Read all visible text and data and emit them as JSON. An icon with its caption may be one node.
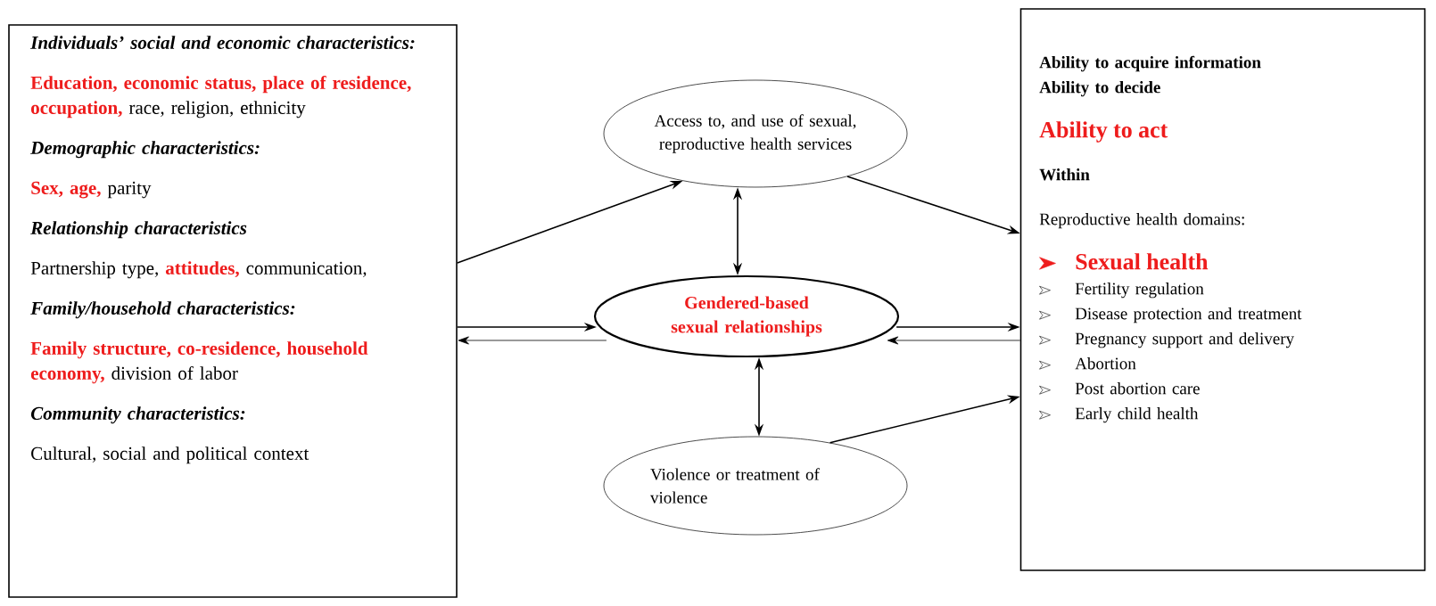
{
  "diagram": {
    "nodes": [
      {
        "text": [
          "Individuals’ social and economic characteristics:",
          "Education, economic status, place of residence, occupation,",
          "race, religion, ethnicity",
          "Demographic characteristics:",
          "Sex, age,",
          "parity",
          "Relationship characteristics",
          "Partnership type,",
          "attitudes,",
          "communication,",
          "Family/household characteristics:",
          "Family structure, co-residence, household economy,",
          "division of labor",
          "Community characteristics:",
          "Cultural, social and political context"
        ]
      },
      {
        "text": [
          "Access to, and use of sexual, reproductive health services"
        ]
      },
      {
        "text": [
          "Gendered-based sexual relationships"
        ]
      },
      {
        "text": [
          "Violence or treatment of violence"
        ]
      },
      {
        "text": [
          "Ability to acquire information",
          "Ability to decide",
          "Ability to act",
          "Within",
          "Reproductive health domains:",
          "Sexual health",
          "Fertility regulation",
          "Disease protection and treatment",
          "Pregnancy support and delivery",
          "Abortion",
          "Post abortion care",
          "Early child health"
        ]
      }
    ],
    "edges": [
      {
        "from": 0,
        "to": 1,
        "arrow": "to"
      },
      {
        "from": 0,
        "to": 2,
        "arrow": "to"
      },
      {
        "from": 2,
        "to": 0,
        "arrow": "to"
      },
      {
        "from": 1,
        "to": 2,
        "arrow": "both"
      },
      {
        "from": 2,
        "to": 3,
        "arrow": "both"
      },
      {
        "from": 1,
        "to": 4,
        "arrow": "to"
      },
      {
        "from": 2,
        "to": 4,
        "arrow": "to"
      },
      {
        "from": 4,
        "to": 2,
        "arrow": "to"
      },
      {
        "from": 3,
        "to": 4,
        "arrow": "to"
      }
    ]
  }
}
